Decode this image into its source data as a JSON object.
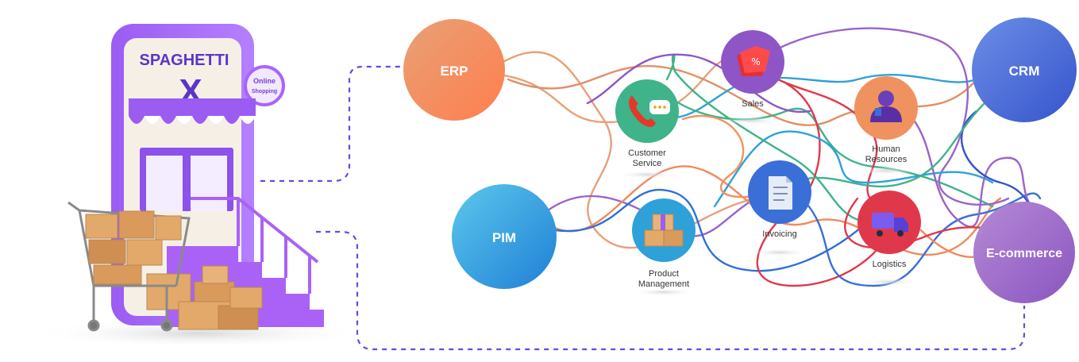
{
  "store": {
    "sign_line1": "SPAGHETTI",
    "sign_line2": "X",
    "badge_line1": "Online",
    "badge_line2": "Shopping"
  },
  "systems": {
    "erp": {
      "label": "ERP",
      "color": "#f08a5d"
    },
    "pim": {
      "label": "PIM",
      "color": "#2f9de0"
    },
    "crm": {
      "label": "CRM",
      "color": "#3f63d6"
    },
    "ecommerce": {
      "label": "E-commerce",
      "color": "#9b63c8"
    }
  },
  "modules": {
    "customer_service": {
      "line1": "Customer",
      "line2": "Service",
      "icon": "phone-chat-icon",
      "color": "#3fb38a"
    },
    "sales": {
      "line1": "Sales",
      "icon": "price-tag-icon",
      "color": "#8e55c7"
    },
    "human_resources": {
      "line1": "Human",
      "line2": "Resources",
      "icon": "person-icon",
      "color": "#f0925f"
    },
    "invoicing": {
      "line1": "Invoicing",
      "icon": "document-icon",
      "color": "#3a6fd8"
    },
    "logistics": {
      "line1": "Logistics",
      "icon": "delivery-truck-icon",
      "color": "#e0384b"
    },
    "product_management": {
      "line1": "Product",
      "line2": "Management",
      "icon": "boxes-icon",
      "color": "#2ea1d8"
    }
  },
  "connector_color": "#5b4fe0"
}
